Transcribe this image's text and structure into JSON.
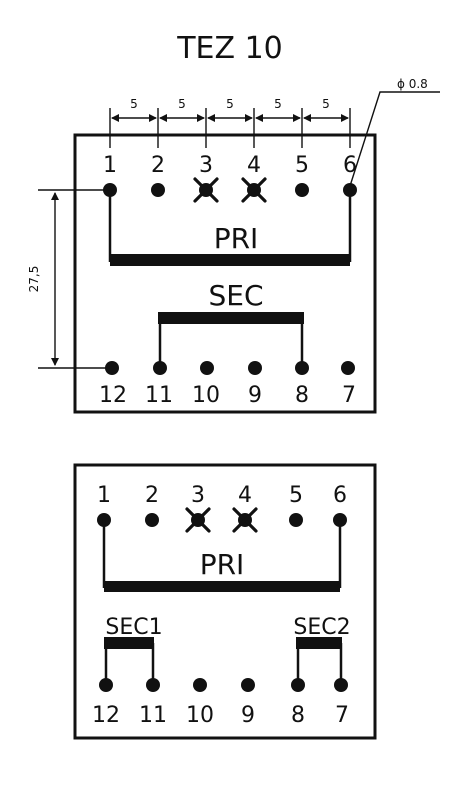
{
  "title": "TEZ 10",
  "hole_label": "ϕ 0.8",
  "spacing_labels": [
    "5",
    "5",
    "5",
    "5",
    "5"
  ],
  "height_label": "27,5",
  "top_diagram": {
    "top_pins": [
      "1",
      "2",
      "3",
      "4",
      "5",
      "6"
    ],
    "bottom_pins": [
      "12",
      "11",
      "10",
      "9",
      "8",
      "7"
    ],
    "primary_label": "PRI",
    "secondary_label": "SEC"
  },
  "bottom_diagram": {
    "top_pins": [
      "1",
      "2",
      "3",
      "4",
      "5",
      "6"
    ],
    "bottom_pins": [
      "12",
      "11",
      "10",
      "9",
      "8",
      "7"
    ],
    "primary_label": "PRI",
    "secondary1_label": "SEC1",
    "secondary2_label": "SEC2"
  }
}
